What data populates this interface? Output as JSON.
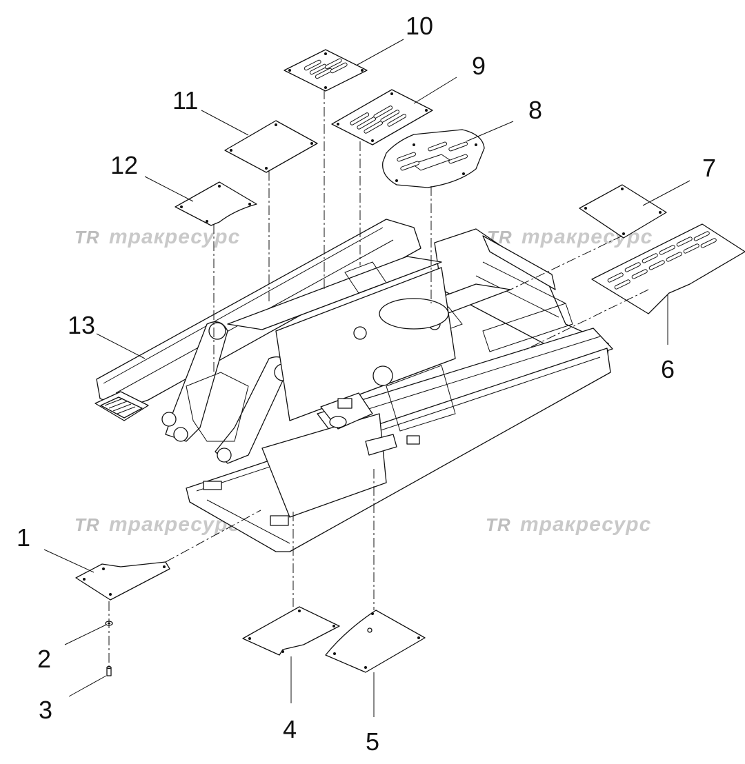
{
  "diagram": {
    "watermark": "тракресурс",
    "watermark_logo": "TR",
    "callouts": [
      "1",
      "2",
      "3",
      "4",
      "5",
      "6",
      "7",
      "8",
      "9",
      "10",
      "11",
      "12",
      "13"
    ]
  }
}
